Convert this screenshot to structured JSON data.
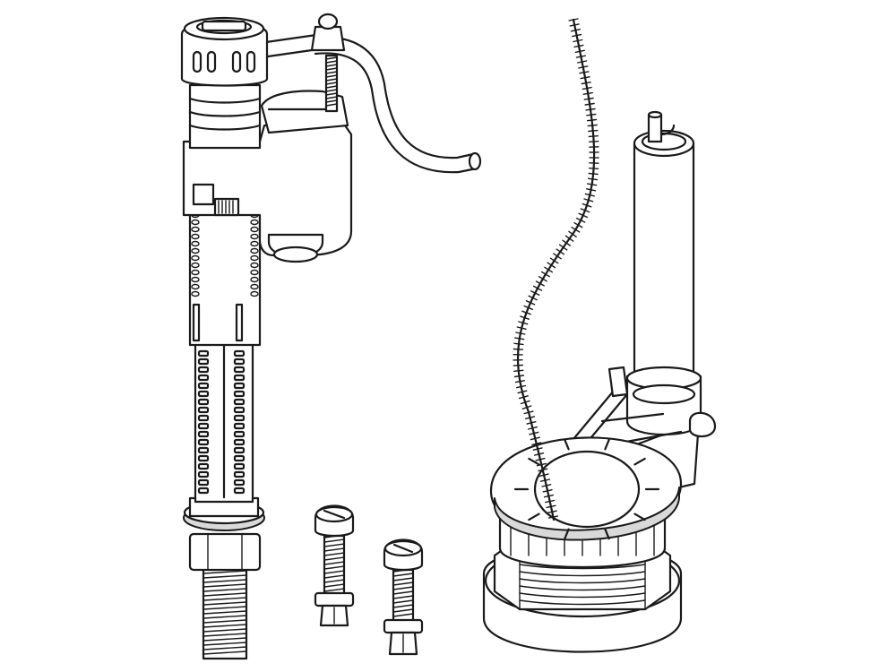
{
  "illustration": {
    "parts": [
      {
        "name": "fill-valve",
        "icon": "fill-valve-icon"
      },
      {
        "name": "tank-bolt-short",
        "icon": "bolt-icon"
      },
      {
        "name": "tank-bolt-long",
        "icon": "bolt-icon"
      },
      {
        "name": "flush-valve",
        "icon": "flush-valve-icon"
      },
      {
        "name": "flapper-chain",
        "icon": "chain-icon"
      }
    ],
    "colors": {
      "line": "#1a1a1a",
      "fill": "#ffffff",
      "shade": "#d9d9d9"
    }
  }
}
